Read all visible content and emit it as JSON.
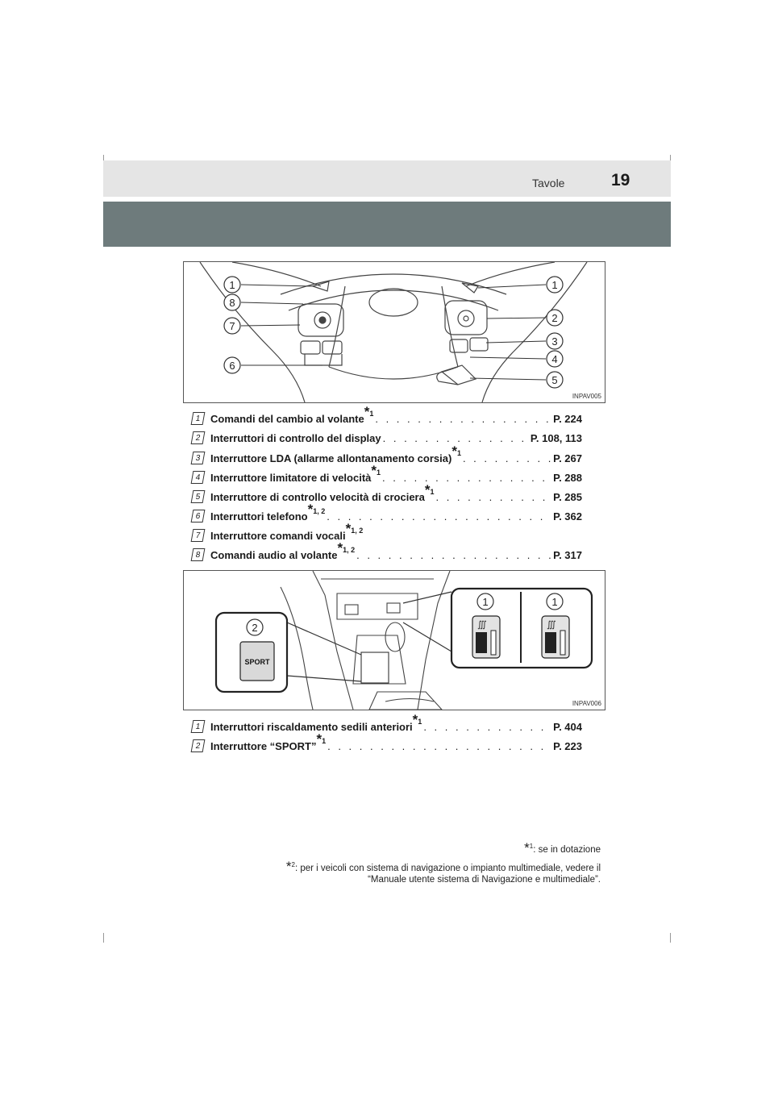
{
  "header": {
    "page_number": "19",
    "section": "Tavole"
  },
  "figure1": {
    "id": "INPAV005",
    "callouts": [
      "1",
      "8",
      "7",
      "6",
      "1",
      "2",
      "3",
      "4",
      "5"
    ],
    "legend": [
      {
        "num": "1",
        "label": "Comandi del cambio al volante",
        "note": "1",
        "page": "P. 224"
      },
      {
        "num": "2",
        "label": "Interruttori di controllo del display",
        "note": "",
        "page": "P. 108, 113"
      },
      {
        "num": "3",
        "label": "Interruttore LDA (allarme allontanamento corsia)",
        "note": "1",
        "page": "P. 267"
      },
      {
        "num": "4",
        "label": "Interruttore limitatore di velocità",
        "note": "1",
        "page": "P. 288"
      },
      {
        "num": "5",
        "label": "Interruttore di controllo velocità di crociera",
        "note": "1",
        "page": "P. 285"
      },
      {
        "num": "6",
        "label": "Interruttori telefono",
        "note": "1, 2",
        "page": "P. 362"
      },
      {
        "num": "7",
        "label": "Interruttore comandi vocali",
        "note": "1, 2",
        "page": ""
      },
      {
        "num": "8",
        "label": "Comandi audio al volante",
        "note": "1, 2",
        "page": "P. 317"
      }
    ]
  },
  "figure2": {
    "id": "INPAV006",
    "callouts": [
      "1",
      "1",
      "2"
    ],
    "button_label": "SPORT",
    "legend": [
      {
        "num": "1",
        "label": "Interruttori riscaldamento sedili anteriori",
        "note": "1",
        "page": "P. 404"
      },
      {
        "num": "2",
        "label": "Interruttore “SPORT”",
        "note": "1",
        "page": "P. 223"
      }
    ]
  },
  "footnotes": {
    "star": "*",
    "n1_mark": "1",
    "n1_text": ": se in dotazione",
    "n2_mark": "2",
    "n2_text_line1": ": per i veicoli con sistema di navigazione o impianto multimediale, vedere il",
    "n2_text_line2": "“Manuale utente sistema di Navigazione e multimediale”."
  }
}
